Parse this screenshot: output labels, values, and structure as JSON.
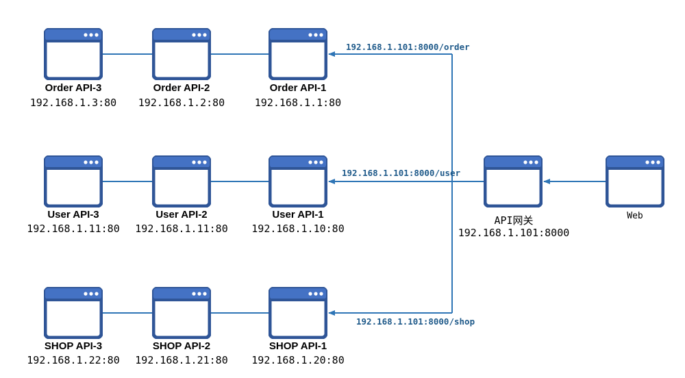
{
  "colors": {
    "line": "#2e75b6",
    "box_fill": "#4472c4",
    "box_border": "#2f5597",
    "label": "#1f5a8a"
  },
  "icon": "browser-window-icon",
  "order": {
    "api3": {
      "name": "Order API-3",
      "addr": "192.168.1.3:80"
    },
    "api2": {
      "name": "Order API-2",
      "addr": "192.168.1.2:80"
    },
    "api1": {
      "name": "Order API-1",
      "addr": "192.168.1.1:80"
    },
    "route": "192.168.1.101:8000/order"
  },
  "user": {
    "api3": {
      "name": "User API-3",
      "addr": "192.168.1.11:80"
    },
    "api2": {
      "name": "User API-2",
      "addr": "192.168.1.11:80"
    },
    "api1": {
      "name": "User API-1",
      "addr": "192.168.1.10:80"
    },
    "route": "192.168.1.101:8000/user"
  },
  "shop": {
    "api3": {
      "name": "SHOP API-3",
      "addr": "192.168.1.22:80"
    },
    "api2": {
      "name": "SHOP API-2",
      "addr": "192.168.1.21:80"
    },
    "api1": {
      "name": "SHOP API-1",
      "addr": "192.168.1.20:80"
    },
    "route": "192.168.1.101:8000/shop"
  },
  "gateway": {
    "name": "API网关",
    "addr": "192.168.1.101:8000"
  },
  "web": {
    "name": "Web"
  }
}
